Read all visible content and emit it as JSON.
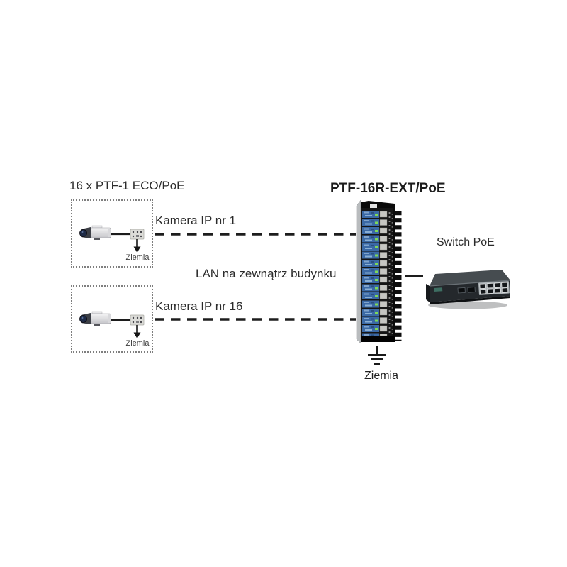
{
  "diagram": {
    "camera_group": {
      "title": "16 x PTF-1 ECO/PoE",
      "camera1": {
        "line_label": "Kamera IP nr 1",
        "ground": "Ziemia"
      },
      "camera16": {
        "line_label": "Kamera IP nr 16",
        "ground": "Ziemia"
      }
    },
    "lan_label": "LAN na zewnątrz budynku",
    "panel": {
      "title": "PTF-16R-EXT/PoE",
      "ground": "Ziemia"
    },
    "switch": {
      "title": "Switch PoE"
    },
    "colors": {
      "dash_line": "#1d1d1d",
      "pcb_blue": "#3b69a5",
      "chassis_black": "#151515",
      "text": "#2b2b2b"
    }
  }
}
